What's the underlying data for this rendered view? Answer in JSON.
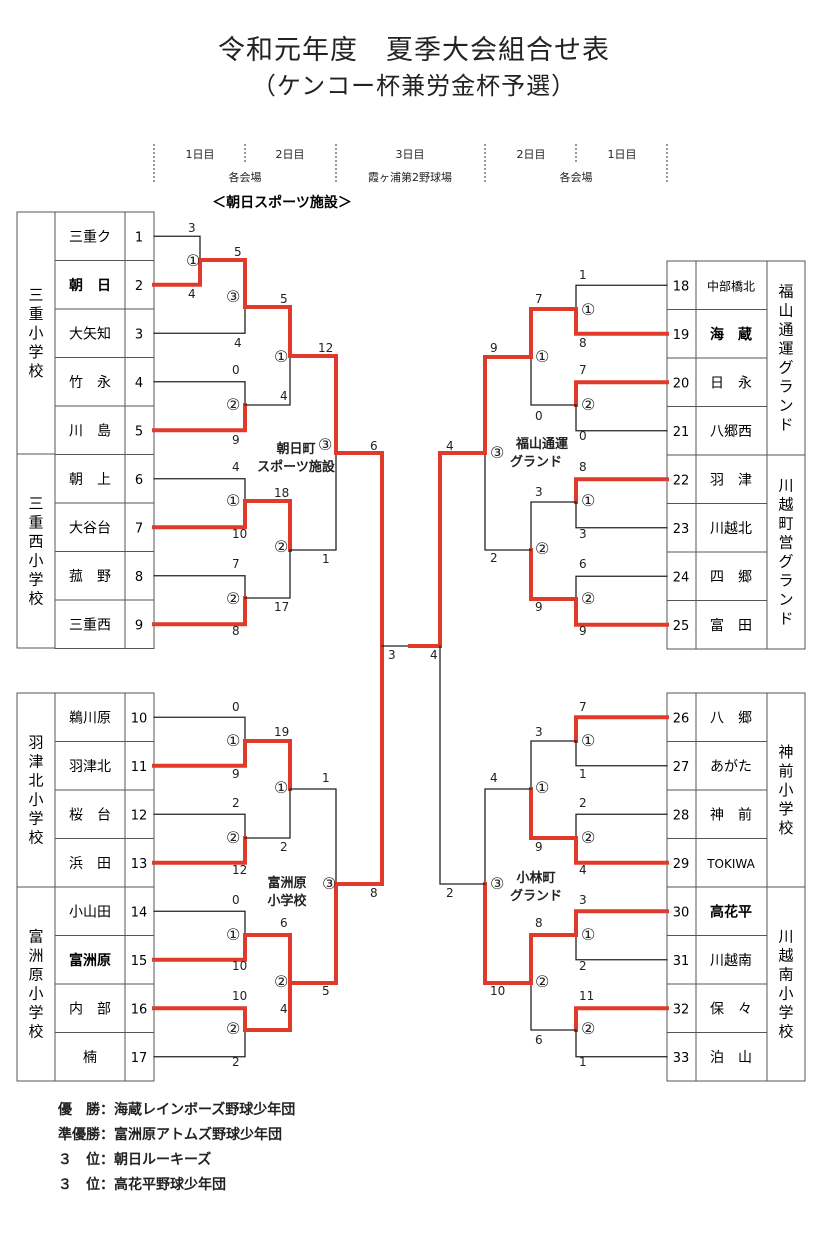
{
  "title": "令和元年度　夏季大会組合せ表",
  "subtitle": "（ケンコー杯兼労金杯予選）",
  "header": {
    "day1_left": "1日目",
    "day2_left": "2日目",
    "day3": "3日目",
    "day2_right": "2日目",
    "day1_right": "1日目",
    "venue_left": "各会場",
    "venue_center": "霞ヶ浦第2野球場",
    "venue_right": "各会場"
  },
  "venue_note": "＜朝日スポーツ施設＞",
  "groups": [
    {
      "label": "三重小学校",
      "side": "left"
    },
    {
      "label": "三重西小学校",
      "side": "left"
    },
    {
      "label": "羽津北小学校",
      "side": "left"
    },
    {
      "label": "富洲原小学校",
      "side": "left"
    },
    {
      "label": "福山通運グランド",
      "side": "right"
    },
    {
      "label": "川越町営グランド",
      "side": "right"
    },
    {
      "label": "神前小学校",
      "side": "right"
    },
    {
      "label": "川越南小学校",
      "side": "right"
    }
  ],
  "teams_left": [
    {
      "num": "1",
      "name": "三重ク"
    },
    {
      "num": "2",
      "name": "朝　日"
    },
    {
      "num": "3",
      "name": "大矢知"
    },
    {
      "num": "4",
      "name": "竹　永"
    },
    {
      "num": "5",
      "name": "川　島"
    },
    {
      "num": "6",
      "name": "朝　上"
    },
    {
      "num": "7",
      "name": "大谷台"
    },
    {
      "num": "8",
      "name": "菰　野"
    },
    {
      "num": "9",
      "name": "三重西"
    },
    {
      "num": "10",
      "name": "鵜川原"
    },
    {
      "num": "11",
      "name": "羽津北"
    },
    {
      "num": "12",
      "name": "桜　台"
    },
    {
      "num": "13",
      "name": "浜　田"
    },
    {
      "num": "14",
      "name": "小山田"
    },
    {
      "num": "15",
      "name": "富洲原"
    },
    {
      "num": "16",
      "name": "内　部"
    },
    {
      "num": "17",
      "name": "楠"
    }
  ],
  "teams_right": [
    {
      "num": "18",
      "name": "中部橋北"
    },
    {
      "num": "19",
      "name": "海　蔵"
    },
    {
      "num": "20",
      "name": "日　永"
    },
    {
      "num": "21",
      "name": "八郷西"
    },
    {
      "num": "22",
      "name": "羽　津"
    },
    {
      "num": "23",
      "name": "川越北"
    },
    {
      "num": "24",
      "name": "四　郷"
    },
    {
      "num": "25",
      "name": "富　田"
    },
    {
      "num": "26",
      "name": "八　郷"
    },
    {
      "num": "27",
      "name": "あがた"
    },
    {
      "num": "28",
      "name": "神　前"
    },
    {
      "num": "29",
      "name": "TOKIWA"
    },
    {
      "num": "30",
      "name": "高花平"
    },
    {
      "num": "31",
      "name": "川越南"
    },
    {
      "num": "32",
      "name": "保　々"
    },
    {
      "num": "33",
      "name": "泊　山"
    }
  ],
  "venue_labels": {
    "asahi": [
      "朝日町",
      "スポーツ施設"
    ],
    "fukuyama": [
      "福山通運",
      "グランド"
    ],
    "tomisu": [
      "富洲原",
      "小学校"
    ],
    "kobayashi": [
      "小林町",
      "グランド"
    ]
  },
  "final_scores": {
    "left": "3",
    "right": "4"
  },
  "results": [
    "優　勝：海蔵レインボーズ野球少年団",
    "準優勝：富洲原アトムズ野球少年団",
    "３　位：朝日ルーキーズ",
    "３　位：高花平野球少年団"
  ]
}
